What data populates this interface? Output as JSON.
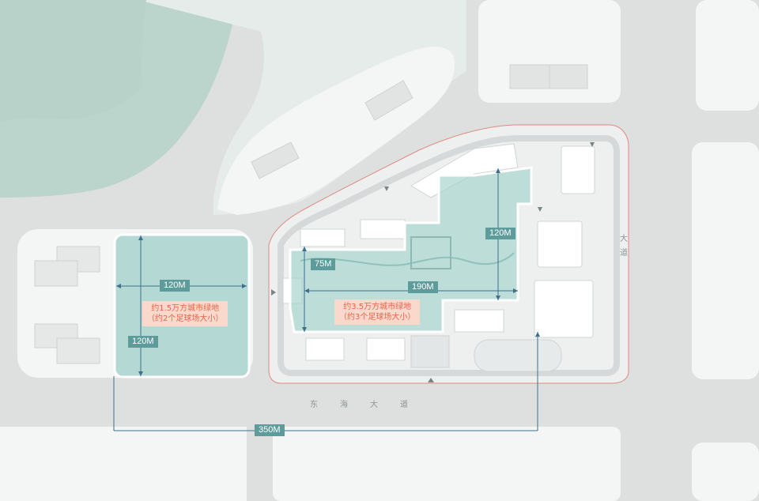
{
  "map": {
    "dimensions": {
      "west_width": "120M",
      "west_height": "120M",
      "east_width_a": "75M",
      "east_width_b": "190M",
      "east_height": "120M",
      "span": "350M"
    },
    "notes": {
      "west_line1": "约1.5万方城市绿地",
      "west_line2": "（约2个足球场大小）",
      "east_line1": "约3.5万方城市绿地",
      "east_line2": "（约3个足球场大小）"
    },
    "road_names": {
      "south_1": "东",
      "south_2": "海",
      "south_3": "大",
      "south_4": "道",
      "east_1": "大",
      "east_2": "道"
    },
    "colors": {
      "park": "#bcd5cc",
      "green_highlight": "#a8d4ce",
      "road": "#dedfdf",
      "block": "#f4f5f5",
      "building": "#ffffff",
      "label_bg": "#5e9b9b",
      "note_bg": "#fbd8cc",
      "note_text": "#e0664a",
      "dimension_line": "#3e6f8c"
    }
  }
}
